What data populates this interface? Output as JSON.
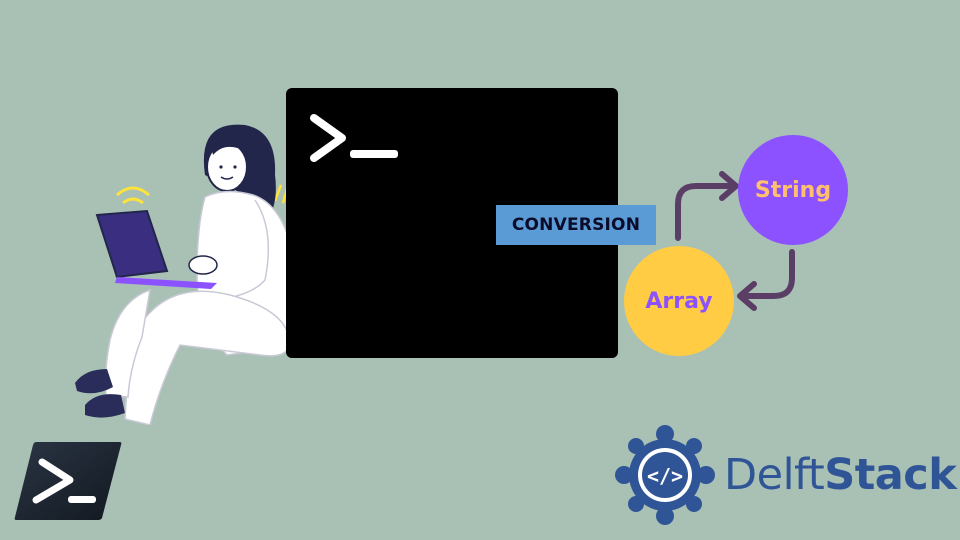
{
  "diagram": {
    "label": "CONVERSION",
    "nodes": {
      "string": "String",
      "array": "Array"
    }
  },
  "brand": {
    "name_regular": "Delft",
    "name_bold": "Stack"
  },
  "colors": {
    "background": "#a9c0b5",
    "terminal": "#000000",
    "label_bg": "#5b9bd5",
    "string_node": "#8c52ff",
    "array_node": "#ffcc44",
    "arrow": "#5a3e66",
    "brand": "#2f5597"
  },
  "icons": {
    "terminal_prompt": "terminal-prompt-icon",
    "powershell_logo": "powershell-logo-icon",
    "delftstack_logo": "delftstack-logo-icon",
    "person": "woman-with-laptop-illustration"
  }
}
